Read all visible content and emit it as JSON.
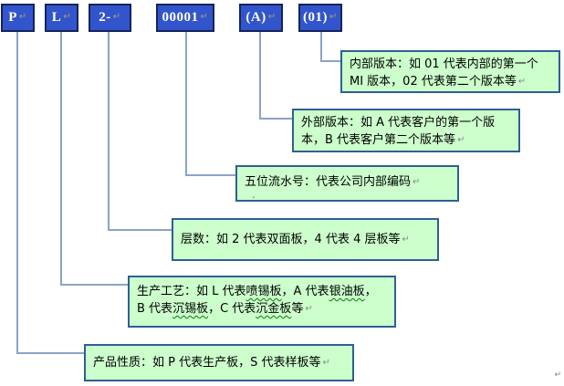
{
  "diagram": {
    "code_boxes": [
      {
        "label": "P"
      },
      {
        "label": "L"
      },
      {
        "label": "2-"
      },
      {
        "label": "00001"
      },
      {
        "label": "(A)"
      },
      {
        "label": "(01)"
      }
    ],
    "callouts": {
      "internal_version": {
        "line1": "内部版本：如 01 代表内部的第一个",
        "line2": "MI 版本，02 代表第二个版本等"
      },
      "external_version": {
        "line1": "外部版本：如 A 代表客户的第一个版",
        "line2": "本，B 代表客户第二个版本等"
      },
      "serial_number": {
        "line1": "五位流水号：代表公司内部编码"
      },
      "layer_count": {
        "line1": "层数：如 2 代表双面板，4 代表 4 层板等"
      },
      "process": {
        "seg1": "生产工艺：如 L 代表",
        "wavy1": "喷锡板",
        "seg2": "，A 代表",
        "wavy2": "银油板",
        "seg3": "，",
        "seg4": "B 代表",
        "wavy3": "沉锡板",
        "seg5": "，C 代表",
        "wavy4": "沉金板",
        "seg6": "等"
      },
      "product_nature": {
        "line1": "产品性质：如 P 代表生产板，S 代表样板等"
      }
    },
    "marks": {
      "return_mark": "↵",
      "stray_dot": ".",
      "page_mark": "↵"
    },
    "colors": {
      "code_box_fill": "#3355cb",
      "code_box_border": "#16235a",
      "code_box_text": "#ffffff",
      "callout_fill": "#ccffcc",
      "callout_border": "#2e6093",
      "connector": "#8ba3c7",
      "return_mark": "#a39b7d",
      "wavy_underline": "#008000"
    }
  }
}
